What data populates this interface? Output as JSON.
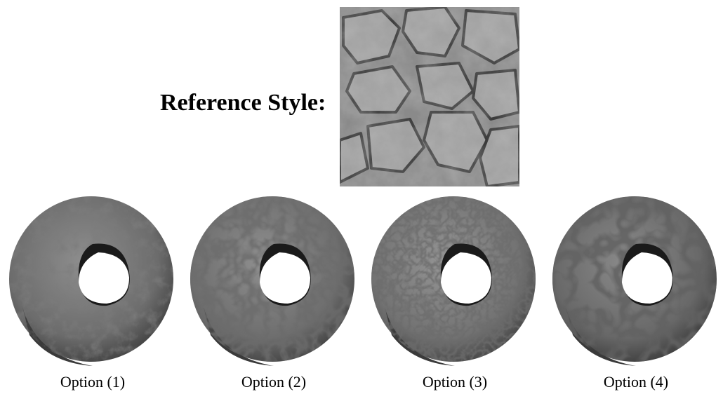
{
  "reference": {
    "label": "Reference Style:",
    "texture": "stone-cobble-texture"
  },
  "options": [
    {
      "caption": "Option (1)",
      "style": "mottled-stone-torus"
    },
    {
      "caption": "Option (2)",
      "style": "large-cobble-torus"
    },
    {
      "caption": "Option (3)",
      "style": "small-cobble-torus"
    },
    {
      "caption": "Option (4)",
      "style": "flagstone-torus"
    }
  ],
  "colors": {
    "stone_light": "#9a9a9a",
    "stone_mid": "#7a7a7a",
    "stone_dark": "#3a3a3a",
    "crack": "#2a2a2a"
  }
}
